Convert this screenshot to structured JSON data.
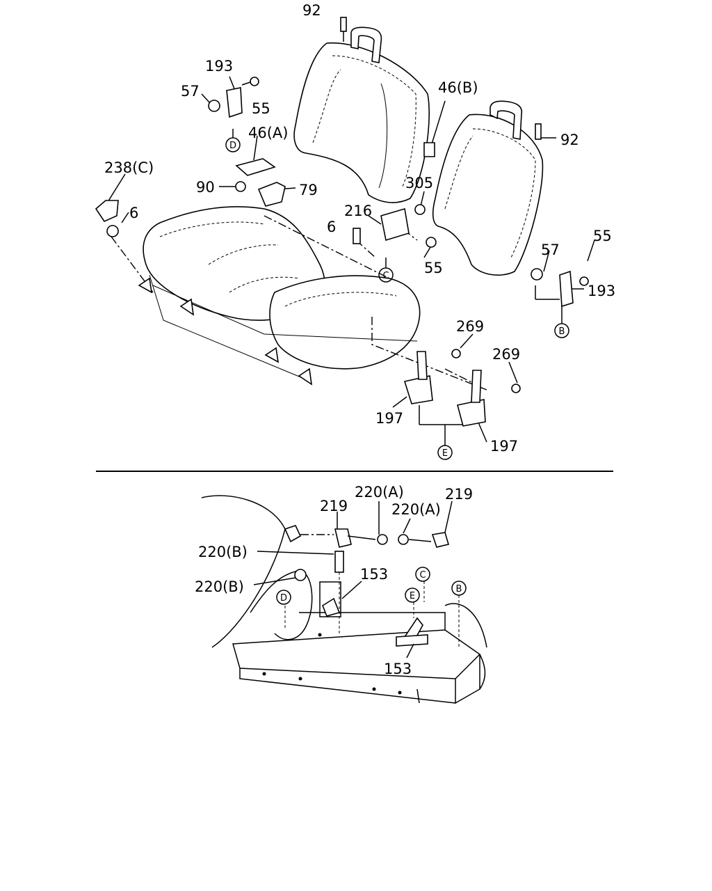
{
  "labels": {
    "p92a": "92",
    "p193a": "193",
    "p57a": "57",
    "p55a": "55",
    "p46a": "46(A)",
    "p46b": "46(B)",
    "p92b": "92",
    "p238c": "238(C)",
    "p6a": "6",
    "p90": "90",
    "p79": "79",
    "p305": "305",
    "p216": "216",
    "p6b": "6",
    "p55b": "55",
    "p55c": "55",
    "p57b": "57",
    "p193b": "193",
    "p269a": "269",
    "p269b": "269",
    "p197a": "197",
    "p197b": "197",
    "p219a": "219",
    "p220a1": "220(A)",
    "p220a2": "220(A)",
    "p219b": "219",
    "p220b1": "220(B)",
    "p220b2": "220(B)",
    "p153a": "153",
    "p153b": "153"
  },
  "markers": {
    "d1": "D",
    "c1": "C",
    "b1": "B",
    "e1": "E",
    "c2": "C",
    "e2": "E",
    "b2": "B",
    "d2": "D"
  }
}
